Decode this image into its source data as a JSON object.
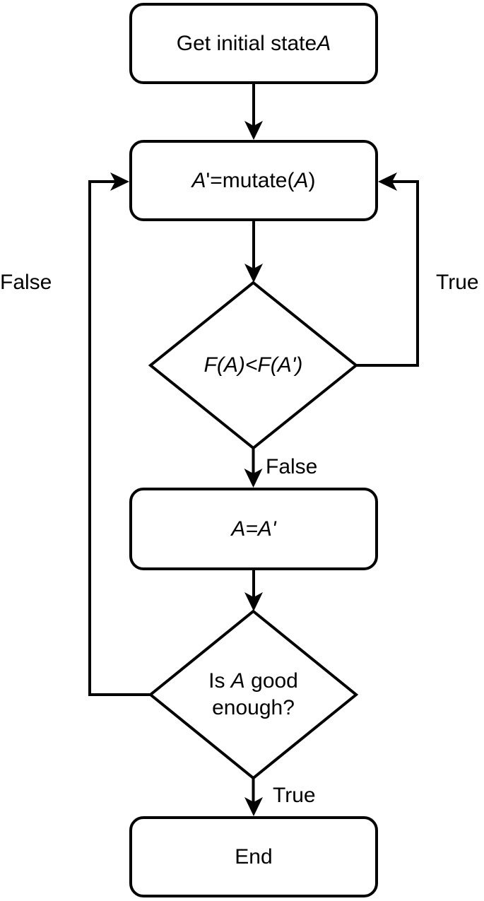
{
  "diagram": {
    "title": "hill-climbing / mutation optimization flowchart",
    "background_color": "#ffffff",
    "stroke_color": "#000000",
    "text_color": "#000000",
    "nodes": {
      "start": {
        "shape": "rounded-rect",
        "parts": [
          {
            "text": "Get initial state "
          },
          {
            "text": "A",
            "italic": true
          }
        ]
      },
      "mutate": {
        "shape": "rounded-rect",
        "parts": [
          {
            "text": "A",
            "italic": true
          },
          {
            "text": "'=mutate("
          },
          {
            "text": "A",
            "italic": true
          },
          {
            "text": ")"
          }
        ]
      },
      "compare": {
        "shape": "decision-diamond",
        "parts": [
          {
            "text": "F(A)<F(A')",
            "italic": true
          }
        ]
      },
      "assign": {
        "shape": "rounded-rect",
        "parts": [
          {
            "text": "A=A'",
            "italic": true
          }
        ]
      },
      "enough": {
        "shape": "decision-diamond",
        "parts": [
          {
            "text": "Is "
          },
          {
            "text": "A",
            "italic": true
          },
          {
            "text": " good"
          },
          {
            "br": true
          },
          {
            "text": "enough?"
          }
        ]
      },
      "end": {
        "shape": "rounded-rect",
        "parts": [
          {
            "text": "End"
          }
        ]
      }
    },
    "edges": [
      {
        "from": "start",
        "to": "mutate",
        "label": ""
      },
      {
        "from": "mutate",
        "to": "compare",
        "label": ""
      },
      {
        "from": "compare",
        "to": "assign",
        "label": "False"
      },
      {
        "from": "compare",
        "to": "mutate",
        "label": "True"
      },
      {
        "from": "assign",
        "to": "enough",
        "label": ""
      },
      {
        "from": "enough",
        "to": "mutate",
        "label": "False"
      },
      {
        "from": "enough",
        "to": "end",
        "label": "True"
      }
    ]
  }
}
